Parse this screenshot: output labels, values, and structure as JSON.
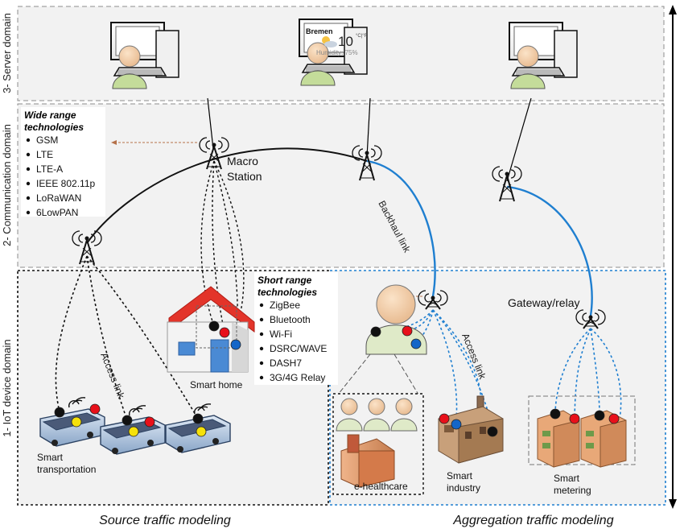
{
  "domains": {
    "server": "3- Server domain",
    "communication": "2- Communication domain",
    "device": "1- IoT device domain"
  },
  "weather": {
    "city": "Bremen",
    "temperature": "10",
    "unit": "°C|°F",
    "humidity": "Humidity: 75%"
  },
  "wide_range": {
    "title_line1": "Wide range",
    "title_line2": "technologies",
    "items": [
      "GSM",
      "LTE",
      "LTE-A",
      "IEEE 802.11p",
      "LoRaWAN",
      "6LowPAN"
    ]
  },
  "short_range": {
    "title_line1": "Short range",
    "title_line2": "technologies",
    "items": [
      "ZigBee",
      "Bluetooth",
      "Wi-Fi",
      "DSRC/WAVE",
      "DASH7",
      "3G/4G Relay"
    ]
  },
  "labels": {
    "macro_station_line1": "Macro",
    "macro_station_line2": "Station",
    "backhaul_link": "Backhaul link",
    "access_link_left": "Access link",
    "access_link_right": "Access link",
    "gateway_relay": "Gateway/relay",
    "smart_home": "Smart home",
    "smart_transportation_line1": "Smart",
    "smart_transportation_line2": "transportation",
    "e_healthcare": "e-healthcare",
    "smart_industry_line1": "Smart",
    "smart_industry_line2": "industry",
    "smart_metering_line1": "Smart",
    "smart_metering_line2": "metering"
  },
  "captions": {
    "source": "Source traffic modeling",
    "aggregation": "Aggregation traffic modeling"
  },
  "colors": {
    "backhaul_blue": "#1f7fd0",
    "roof_red": "#e3342a",
    "panel_bg": "#f2f2f2",
    "dot_red": "#e8101a",
    "dot_blue": "#1466c8"
  }
}
